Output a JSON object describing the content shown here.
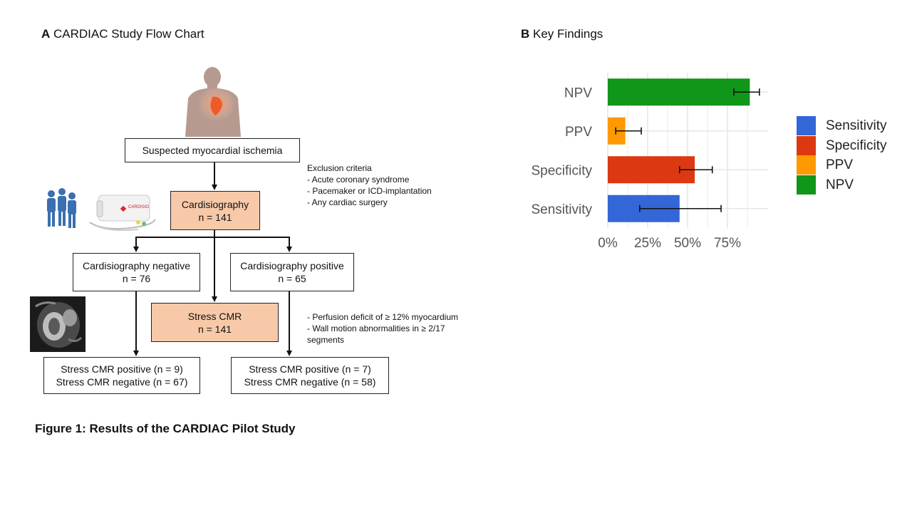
{
  "panel_a": {
    "letter": "A",
    "title": "CARDIAC Study Flow Chart",
    "boxes": {
      "suspected": "Suspected myocardial ischemia",
      "cardiosiography": [
        "Cardisiography",
        "n = 141"
      ],
      "negative": [
        "Cardisiography negative",
        "n = 76"
      ],
      "positive": [
        "Cardisiography positive",
        "n = 65"
      ],
      "stress_cmr": [
        "Stress CMR",
        "n = 141"
      ],
      "result_left": [
        "Stress CMR positive (n = 9)",
        "Stress CMR negative (n = 67)"
      ],
      "result_right": [
        "Stress CMR positive (n = 7)",
        "Stress CMR negative (n = 58)"
      ]
    },
    "exclusion": [
      "Exclusion criteria",
      "- Acute coronary syndrome",
      "- Pacemaker or ICD-implantation",
      "- Any cardiac surgery"
    ],
    "criteria": [
      "- Perfusion deficit of ≥ 12% myocardium",
      "- Wall motion abnormalities in ≥ 2/17",
      "segments"
    ],
    "device_label": "CARDISIO",
    "colors": {
      "box_fill": "#f7c9a9",
      "people": "#3a6fb0"
    }
  },
  "panel_b": {
    "letter": "B",
    "title": "Key Findings"
  },
  "caption": "Figure 1: Results of the CARDIAC Pilot Study",
  "chart_data": {
    "type": "bar",
    "orientation": "horizontal",
    "categories": [
      "Sensitivity",
      "Specificity",
      "PPV",
      "NPV"
    ],
    "values": [
      0.45,
      0.545,
      0.11,
      0.89
    ],
    "error_low": [
      0.2,
      0.45,
      0.05,
      0.79
    ],
    "error_high": [
      0.71,
      0.655,
      0.21,
      0.95
    ],
    "colors": [
      "#3366d6",
      "#dc3912",
      "#ff9900",
      "#109618"
    ],
    "xlim": [
      0,
      1
    ],
    "xticks": [
      0,
      0.25,
      0.5,
      0.75
    ],
    "xtick_labels": [
      "0%",
      "25%",
      "50%",
      "75%"
    ],
    "grid": true,
    "legend": [
      "Sensitivity",
      "Specificity",
      "PPV",
      "NPV"
    ],
    "legend_position": "right"
  }
}
